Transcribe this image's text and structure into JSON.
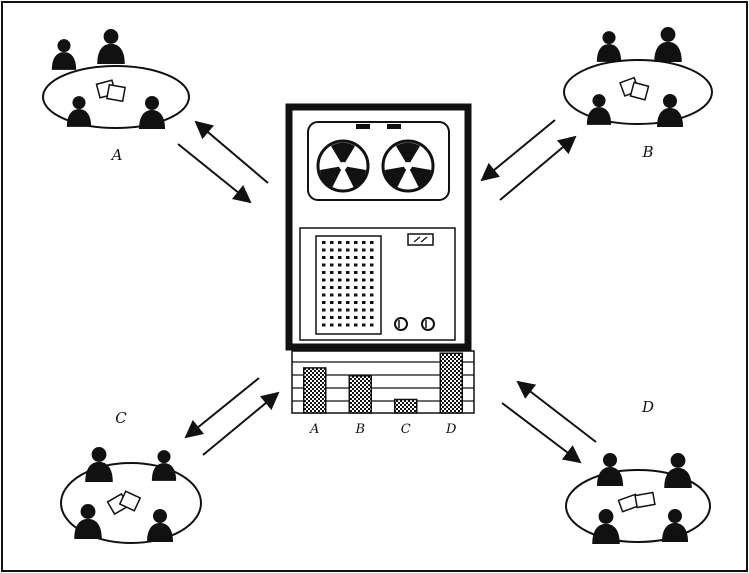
{
  "groups": [
    {
      "id": "A",
      "label": "A"
    },
    {
      "id": "B",
      "label": "B"
    },
    {
      "id": "C",
      "label": "C"
    },
    {
      "id": "D",
      "label": "D"
    }
  ],
  "machine": {
    "type": "computer terminal with tape reels, punched card reader and dials"
  },
  "chart_data": {
    "type": "bar",
    "categories": [
      "A",
      "B",
      "C",
      "D"
    ],
    "values": [
      4,
      3.3,
      1.2,
      5.3
    ],
    "ylim": [
      0,
      5.5
    ]
  },
  "colors": {
    "ink": "#111111",
    "paper": "#ffffff",
    "hatch": "#555555"
  }
}
